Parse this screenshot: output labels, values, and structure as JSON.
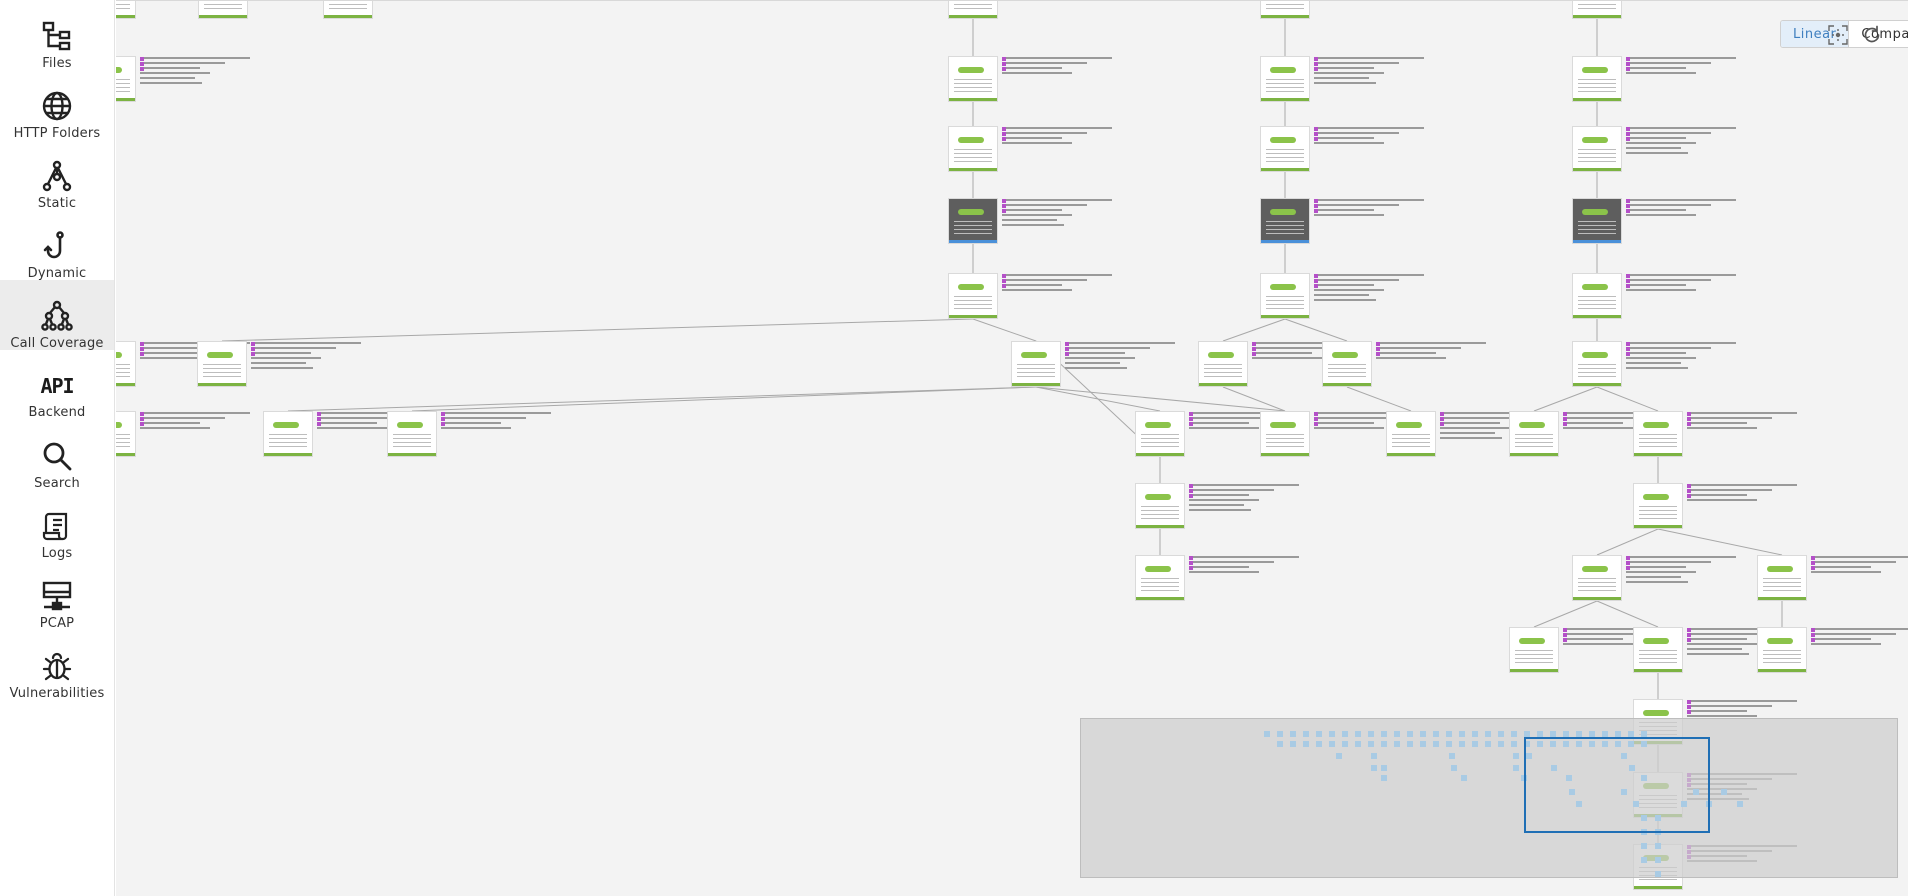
{
  "sidebar": {
    "items": [
      {
        "label": "Files",
        "icon": "files-tree-icon",
        "active": false
      },
      {
        "label": "HTTP Folders",
        "icon": "globe-icon",
        "active": false
      },
      {
        "label": "Static",
        "icon": "static-graph-icon",
        "active": false
      },
      {
        "label": "Dynamic",
        "icon": "hook-icon",
        "active": false
      },
      {
        "label": "Call Coverage",
        "icon": "call-tree-icon",
        "active": true
      },
      {
        "label": "Backend",
        "icon": "api-icon",
        "glyph": "API",
        "active": false
      },
      {
        "label": "Search",
        "icon": "search-icon",
        "active": false
      },
      {
        "label": "Logs",
        "icon": "scroll-icon",
        "active": false
      },
      {
        "label": "PCAP",
        "icon": "network-icon",
        "active": false
      },
      {
        "label": "Vulnerabilities",
        "icon": "bug-icon",
        "active": false
      }
    ]
  },
  "toolbar": {
    "linear_label": "Linear",
    "compact_label": "Compact",
    "active_layout": "Linear",
    "fit_icon": "fit-view-icon",
    "refresh_icon": "refresh-icon"
  },
  "colors": {
    "accent": "#3f7fbf",
    "active_bg": "#e3eef9",
    "screenshot_bar": "#7cb342",
    "minimap_viewport": "#1f6fb5"
  }
}
